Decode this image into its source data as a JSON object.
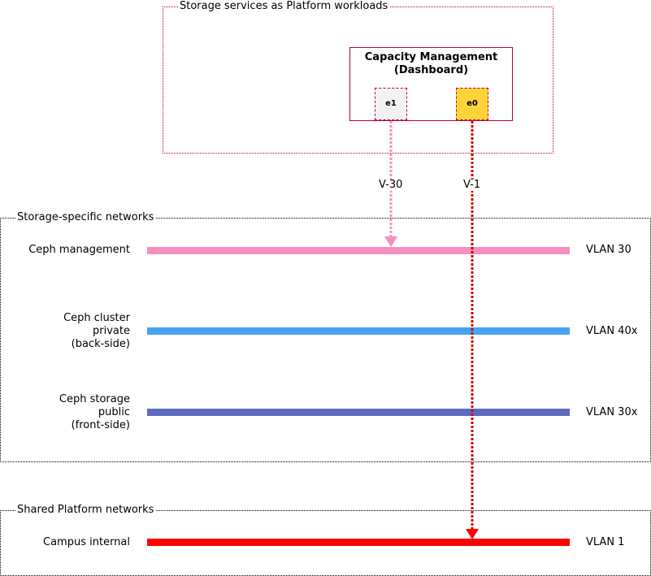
{
  "groups": {
    "workloads": "Storage services as Platform workloads",
    "storage_networks": "Storage-specific networks",
    "shared_networks": "Shared Platform networks"
  },
  "dashboard": {
    "title_line1": "Capacity Management",
    "title_line2": "(Dashboard)",
    "port_e1": "e1",
    "port_e0": "e0"
  },
  "links": {
    "e1": "V-30",
    "e0": "V-1"
  },
  "networks": [
    {
      "name": "Ceph management",
      "vlan": "VLAN 30",
      "color": "#f48fbf"
    },
    {
      "name": "Ceph cluster\nprivate\n(back-side)",
      "vlan": "VLAN 40x",
      "color": "#47a3f0"
    },
    {
      "name": "Ceph storage\npublic\n(front-side)",
      "vlan": "VLAN 30x",
      "color": "#5c6bc0"
    },
    {
      "name": "Campus internal",
      "vlan": "VLAN 1",
      "color": "#ff0000"
    }
  ],
  "colors": {
    "workload_border": "#b8003a",
    "port_e1_fill": "#f2f2f2",
    "port_e0_fill": "#ffd43b",
    "link_e1": "#f48fbf",
    "link_e0": "#d00000"
  }
}
